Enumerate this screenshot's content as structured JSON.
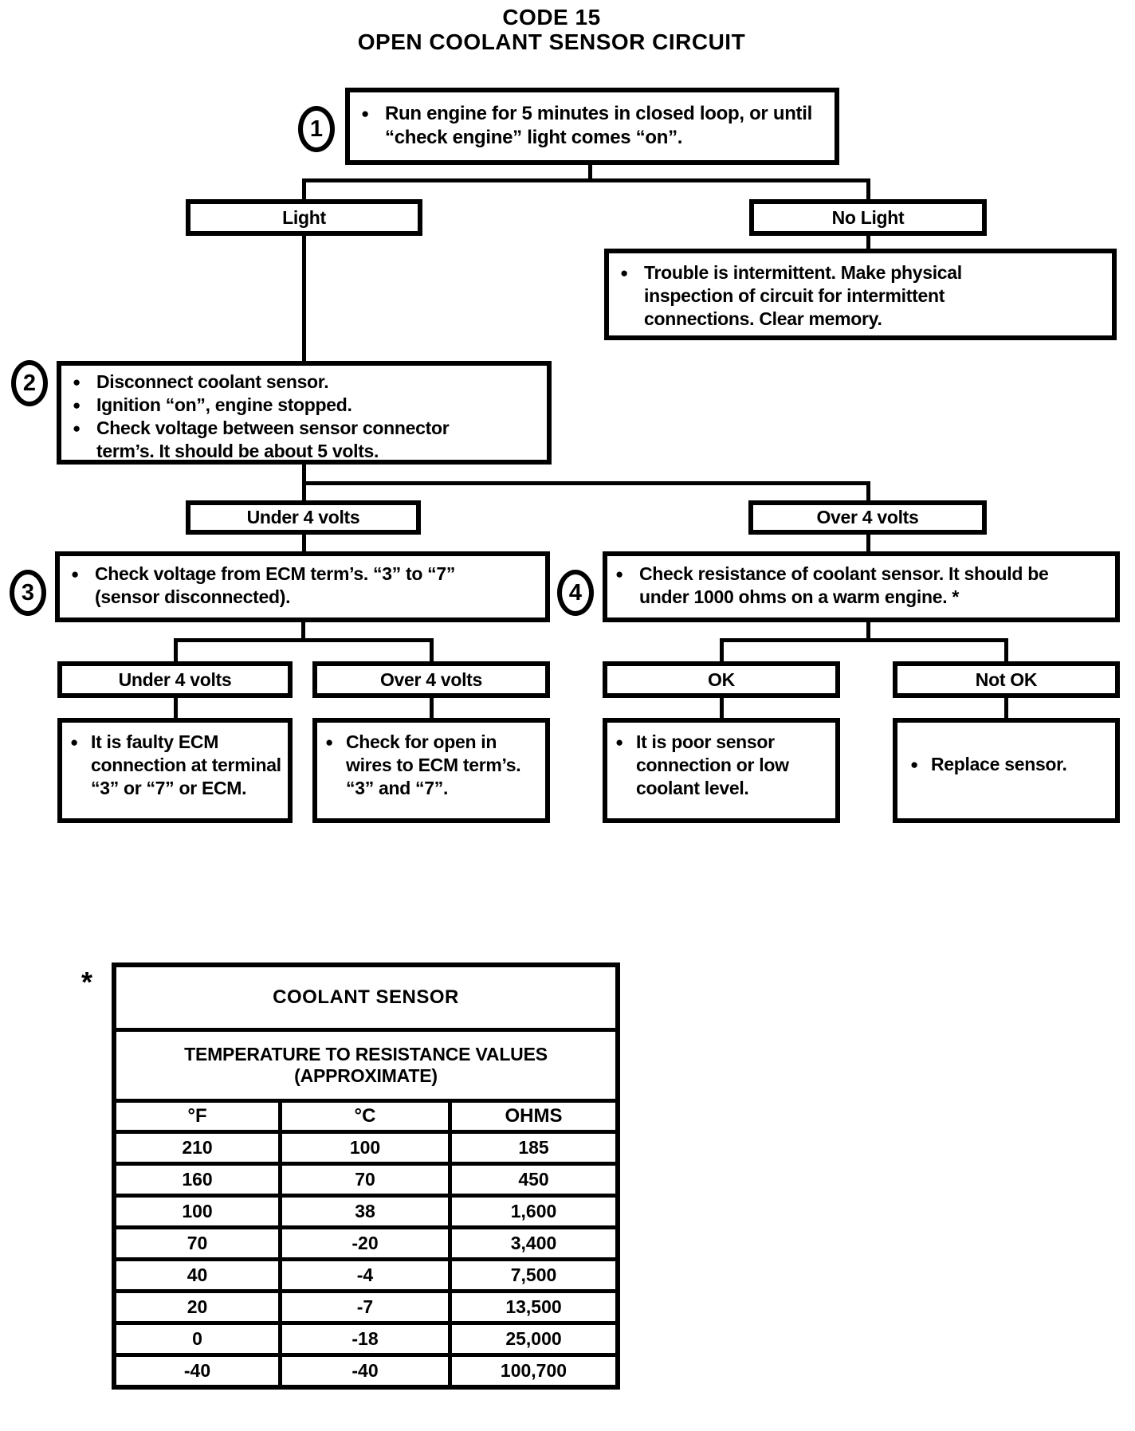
{
  "title": {
    "line1": "CODE 15",
    "line2": "OPEN COOLANT SENSOR CIRCUIT"
  },
  "flow": {
    "step1": {
      "number": "1",
      "text": "Run engine for 5 minutes in closed loop, or until “check engine” light comes “on”."
    },
    "branch1": {
      "left": "Light",
      "right": "No Light"
    },
    "no_light_result": "Trouble is intermittent.  Make physical inspection of circuit for intermittent connections.  Clear memory.",
    "step2": {
      "number": "2",
      "bullets": [
        "Disconnect coolant sensor.",
        "Ignition “on”, engine stopped.",
        "Check voltage between sensor connector term’s.  It should be about 5 volts."
      ]
    },
    "branch2": {
      "left": "Under 4 volts",
      "right": "Over 4 volts"
    },
    "step3": {
      "number": "3",
      "text": "Check voltage from ECM term’s. “3” to “7” (sensor disconnected)."
    },
    "step4": {
      "number": "4",
      "text": "Check resistance of coolant sensor.  It should be under 1000 ohms on a warm engine. *"
    },
    "branch3": {
      "left": "Under 4 volts",
      "right": "Over 4 volts"
    },
    "branch4": {
      "left": "OK",
      "right": "Not OK"
    },
    "results": {
      "ecm_fault": "It is faulty ECM connection at terminal “3” or “7” or ECM.",
      "open_wires": "Check for open in wires to ECM term’s. “3” and “7”.",
      "poor_connection": "It is poor sensor connection or low coolant level.",
      "replace": "Replace sensor."
    }
  },
  "table": {
    "footnote_mark": "*",
    "title": "COOLANT SENSOR",
    "subtitle_line1": "TEMPERATURE TO RESISTANCE VALUES",
    "subtitle_line2": "(APPROXIMATE)",
    "headers": [
      "°F",
      "°C",
      "OHMS"
    ],
    "rows": [
      [
        "210",
        "100",
        "185"
      ],
      [
        "160",
        "70",
        "450"
      ],
      [
        "100",
        "38",
        "1,600"
      ],
      [
        "70",
        "-20",
        "3,400"
      ],
      [
        "40",
        "-4",
        "7,500"
      ],
      [
        "20",
        "-7",
        "13,500"
      ],
      [
        "0",
        "-18",
        "25,000"
      ],
      [
        "-40",
        "-40",
        "100,700"
      ]
    ]
  },
  "colors": {
    "ink": "#000000",
    "paper": "#ffffff"
  }
}
